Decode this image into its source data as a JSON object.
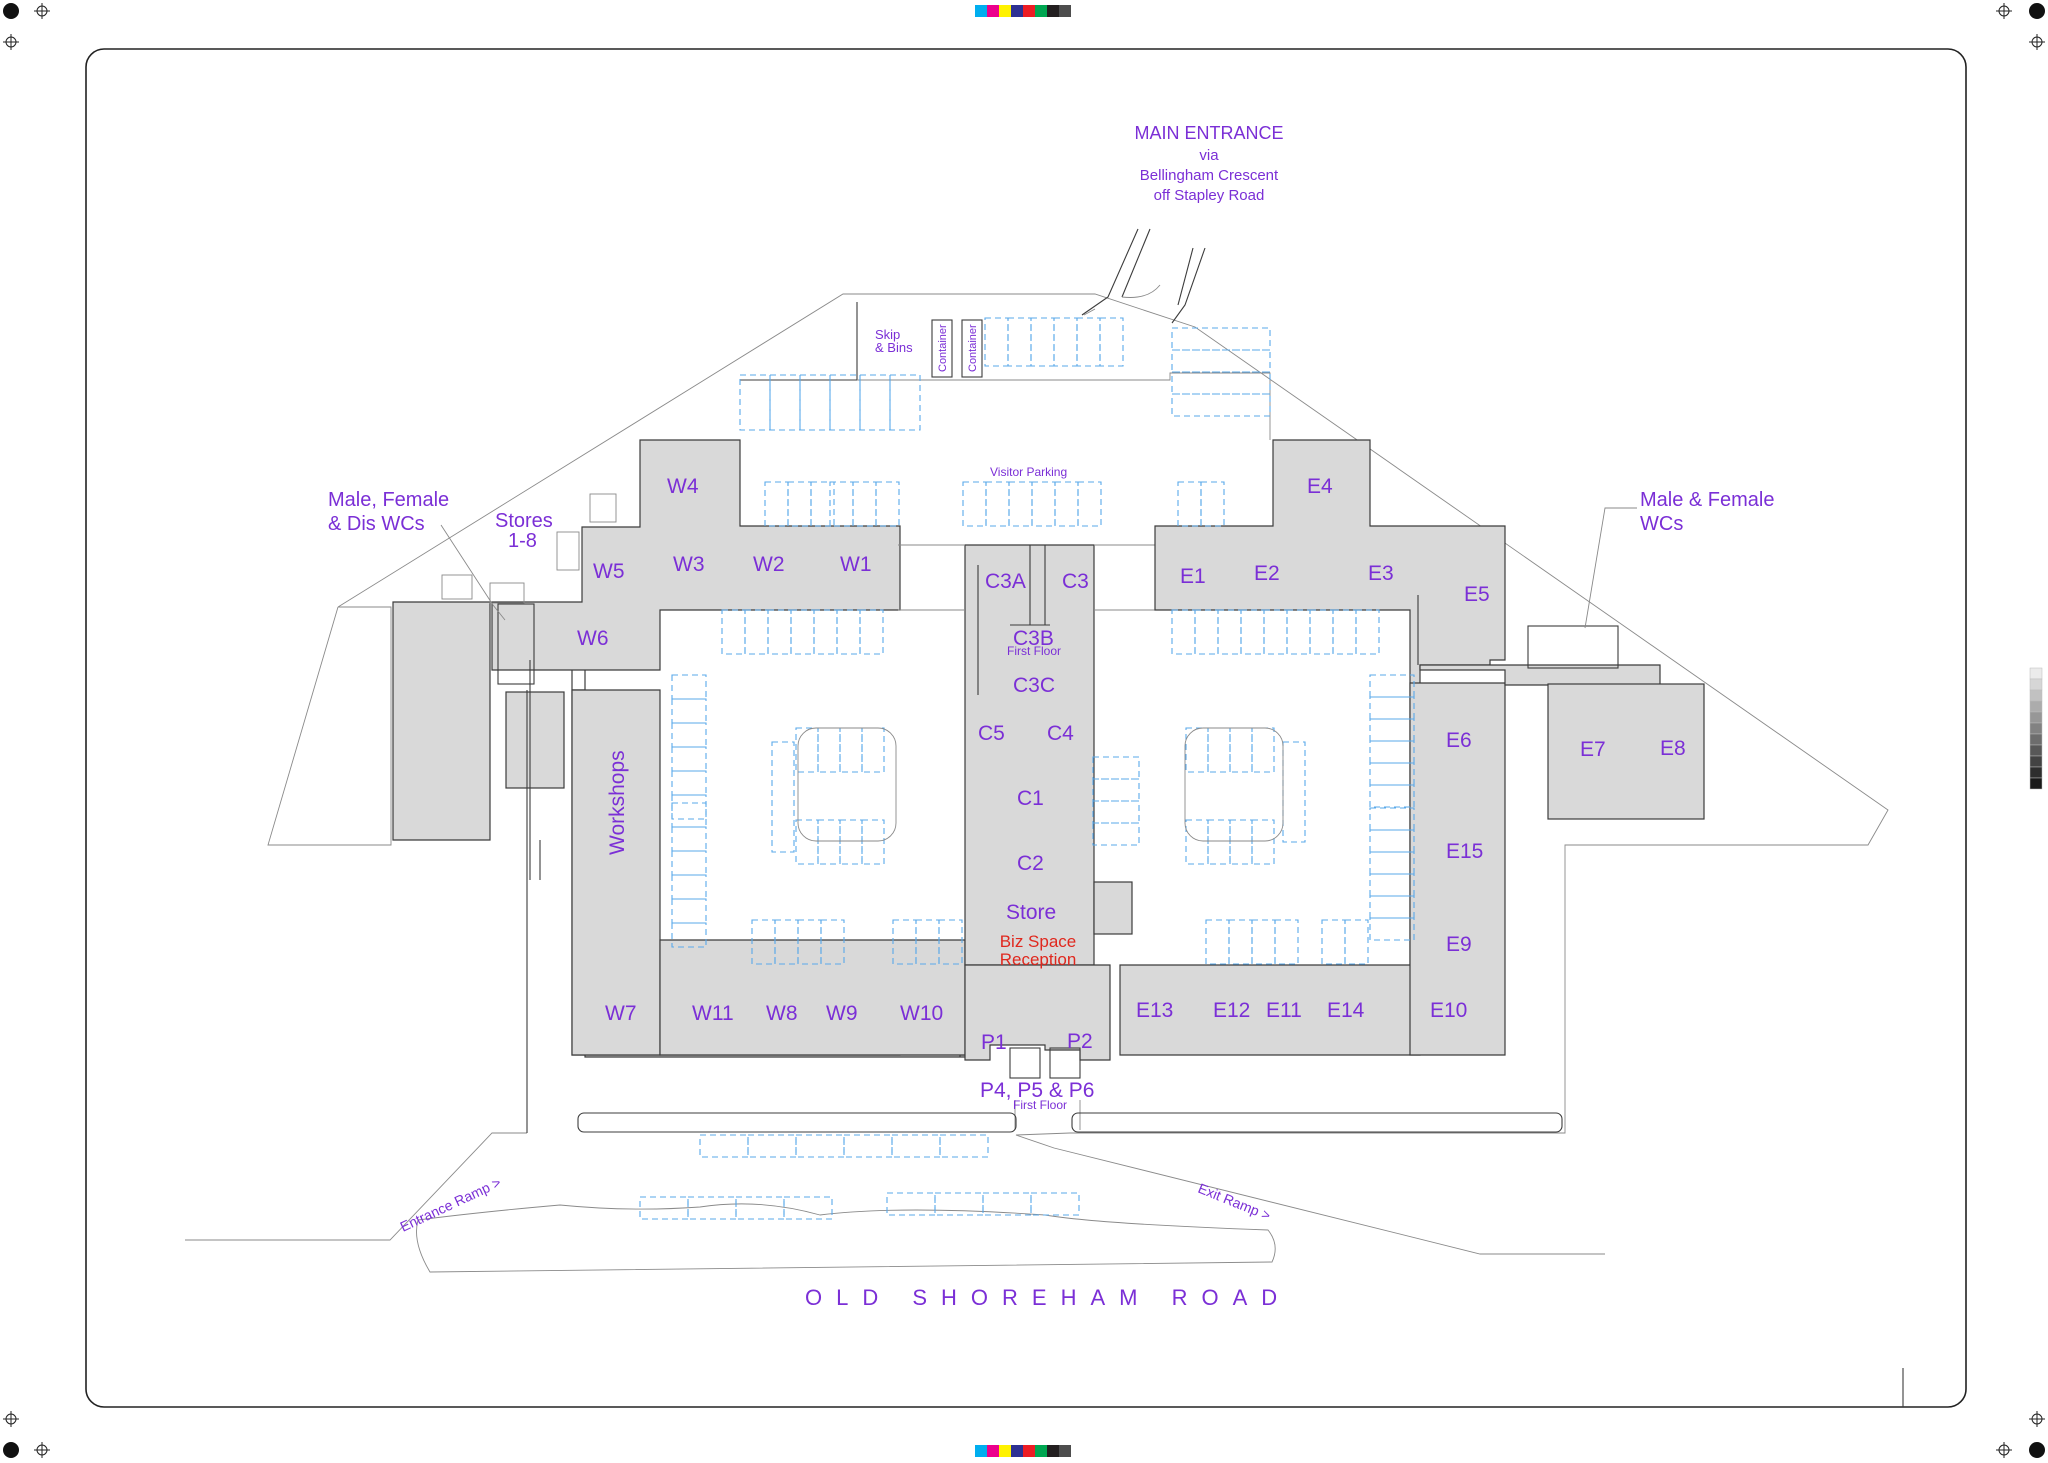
{
  "title": {
    "line1": "MAIN ENTRANCE",
    "line2": "via",
    "line3": "Bellingham Crescent",
    "line4": "off Stapley Road"
  },
  "road_name": "OLD SHOREHAM ROAD",
  "visitor_parking": "Visitor Parking",
  "reception": {
    "line1": "Biz Space",
    "line2": "Reception"
  },
  "callouts": {
    "west_wcs": {
      "line1": "Male, Female",
      "line2": "& Dis WCs"
    },
    "stores": {
      "line1": "Stores",
      "line2": "1-8"
    },
    "east_wcs": {
      "line1": "Male & Female",
      "line2": "WCs"
    }
  },
  "yard": {
    "skip1": "Skip",
    "skip2": "& Bins",
    "container1": "Container",
    "container2": "Container"
  },
  "ramps": {
    "entrance": "Entrance Ramp >",
    "exit": "Exit Ramp >"
  },
  "first_floor_note": "First Floor",
  "workshops": "Workshops",
  "units": {
    "W1": "W1",
    "W2": "W2",
    "W3": "W3",
    "W4": "W4",
    "W5": "W5",
    "W6": "W6",
    "W7": "W7",
    "W8": "W8",
    "W9": "W9",
    "W10": "W10",
    "W11": "W11",
    "C1": "C1",
    "C2": "C2",
    "C3": "C3",
    "C3A": "C3A",
    "C3B": "C3B",
    "C3C": "C3C",
    "C4": "C4",
    "C5": "C5",
    "Store": "Store",
    "E1": "E1",
    "E2": "E2",
    "E3": "E3",
    "E4": "E4",
    "E5": "E5",
    "E6": "E6",
    "E7": "E7",
    "E8": "E8",
    "E9": "E9",
    "E10": "E10",
    "E11": "E11",
    "E12": "E12",
    "E13": "E13",
    "E14": "E14",
    "E15": "E15",
    "P1": "P1",
    "P2": "P2",
    "P456": "P4, P5 & P6"
  },
  "colors": {
    "label": "#7b2fd6",
    "reception": "#e0281e",
    "building": "#d9d9d9",
    "parking": "#5aa9ea",
    "color_bar": [
      "#00aeef",
      "#ec008c",
      "#fff200",
      "#2e3192",
      "#ed1c24",
      "#00a651",
      "#231f20",
      "#4d4d4d"
    ]
  }
}
